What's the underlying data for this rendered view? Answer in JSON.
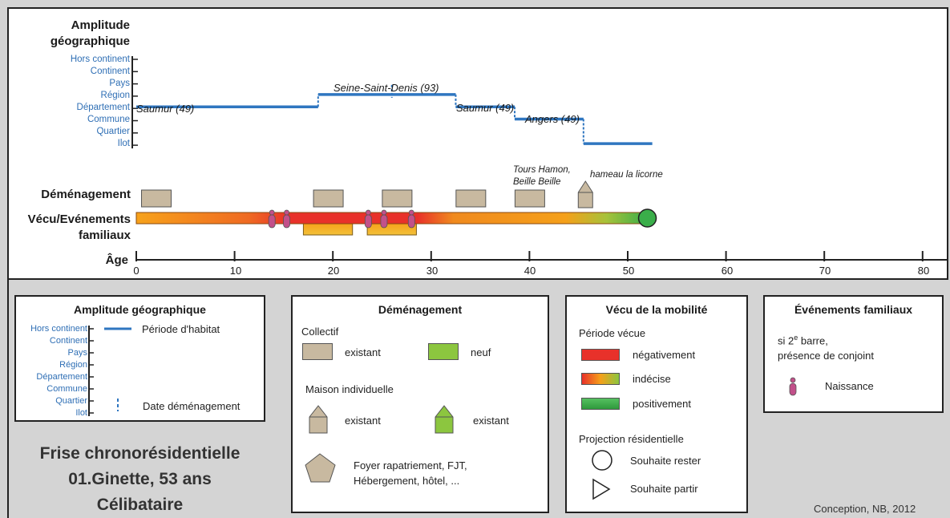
{
  "main": {
    "amplitude_title_line1": "Amplitude",
    "amplitude_title_line2": "géographique",
    "scale_levels": [
      "Hors continent",
      "Continent",
      "Pays",
      "Région",
      "Département",
      "Commune",
      "Quartier",
      "Ilot"
    ],
    "places": {
      "saumur1": "Saumur (49)",
      "seine": "Seine-Saint-Denis (93)",
      "saumur2": "Saumur (49)",
      "angers": "Angers (49)",
      "tours_line1": "Tours Hamon,",
      "tours_line2": "Beille Beille",
      "hameau": "hameau la licorne"
    },
    "row_labels": {
      "demenagement": "Déménagement",
      "vecu_line1": "Vécu/Evénements",
      "vecu_line2": "familiaux",
      "age": "Âge"
    },
    "age_ticks": [
      "0",
      "10",
      "20",
      "30",
      "40",
      "50",
      "60",
      "70",
      "80"
    ]
  },
  "chart_data": {
    "type": "timeline",
    "x_axis": {
      "label": "Âge",
      "range": [
        0,
        82
      ],
      "ticks": [
        0,
        10,
        20,
        30,
        40,
        50,
        60,
        70,
        80
      ]
    },
    "habitat_periods": [
      {
        "from": 0,
        "to": 18.5,
        "level": "Département",
        "place": "Saumur (49)"
      },
      {
        "from": 18.5,
        "to": 32.5,
        "level": "Région",
        "place": "Seine-Saint-Denis (93)"
      },
      {
        "from": 32.5,
        "to": 38.5,
        "level": "Département",
        "place": "Saumur (49)"
      },
      {
        "from": 38.5,
        "to": 45.5,
        "level": "Commune",
        "place": "Angers (49)"
      },
      {
        "from": 45.5,
        "to": 52.5,
        "level": "Ilot",
        "place": ""
      }
    ],
    "moving_dates": [
      26
    ],
    "moves": [
      {
        "age": 2,
        "type": "collectif existant"
      },
      {
        "age": 19.5,
        "type": "collectif existant"
      },
      {
        "age": 26.5,
        "type": "collectif existant"
      },
      {
        "age": 34,
        "type": "collectif existant"
      },
      {
        "age": 40,
        "type": "collectif existant"
      },
      {
        "age": 45.7,
        "type": "maison individuelle existant"
      }
    ],
    "lived_bar": {
      "from": 0,
      "to": 52,
      "end_marker": "Souhaite rester"
    },
    "spouse_periods": [
      [
        17,
        22
      ],
      [
        23.5,
        28.5
      ]
    ],
    "births": [
      13.8,
      15.3,
      23.6,
      25.2,
      28
    ]
  },
  "legend": {
    "amplitude": {
      "title": "Amplitude géographique",
      "levels": [
        "Hors continent",
        "Continent",
        "Pays",
        "Région",
        "Département",
        "Commune",
        "Quartier",
        "Ilot"
      ],
      "periode_label": "Période d'habitat",
      "date_label": "Date déménagement"
    },
    "demenagement": {
      "title": "Déménagement",
      "collectif": "Collectif",
      "existant": "existant",
      "neuf": "neuf",
      "maison": "Maison individuelle",
      "existant2": "existant",
      "existant3": "existant",
      "foyer_line1": "Foyer rapatriement, FJT,",
      "foyer_line2": "Hébergement, hôtel, ..."
    },
    "vecu": {
      "title": "Vécu de la mobilité",
      "periode": "Période vécue",
      "negativement": "négativement",
      "indecise": "indécise",
      "positivement": "positivement",
      "projection": "Projection résidentielle",
      "rester": "Souhaite rester",
      "partir": "Souhaite partir"
    },
    "evenements": {
      "title": "Événements familiaux",
      "si_prefix": "si 2",
      "si_sup": "e",
      "si_suffix": " barre,",
      "presence": "présence de conjoint",
      "naissance": "Naissance"
    }
  },
  "caption": {
    "line1": "Frise chronorésidentielle",
    "line2": "01.Ginette, 53 ans",
    "line3": "Célibataire"
  },
  "credit": "Conception, NB, 2012",
  "colors": {
    "habitat": "#2f76c0",
    "house": "#c8b9a0",
    "negative": "#e8312a",
    "positive": "#3aae4a",
    "birth": "#c2508a",
    "neuf": "#8cc63f"
  }
}
